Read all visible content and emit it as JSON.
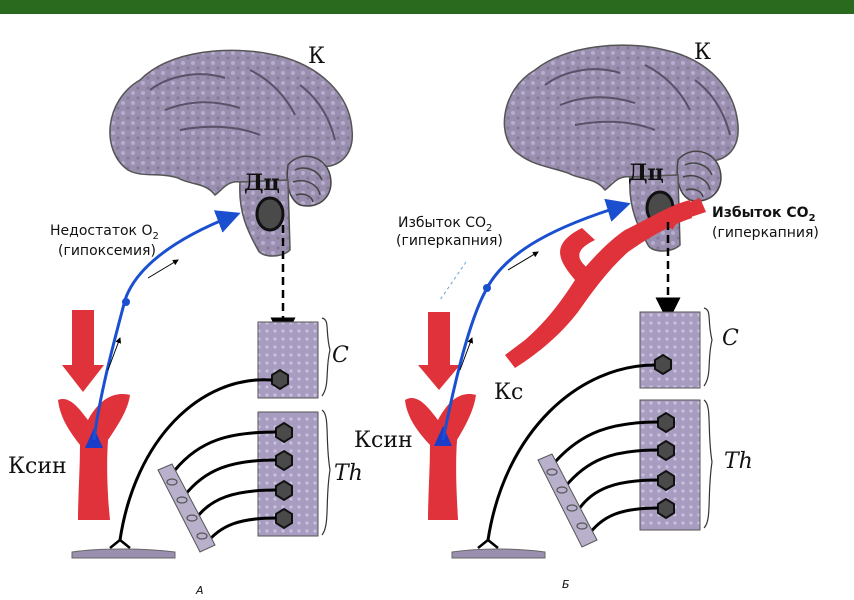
{
  "colors": {
    "banner": "#2a6a1e",
    "brain": "#8f84a0",
    "vessel": "#e0323a",
    "nerve": "#1a4fd0",
    "spine": "#a89cc0"
  },
  "panel_a": {
    "cortex": "К",
    "center": "Дц",
    "stimulus_line1": "Недостаток O",
    "stimulus_sub": "2",
    "stimulus_line2": "(гипоксемия)",
    "segment_c": "C",
    "segment_th": "Th",
    "sinus": "Ксин",
    "caption": "А"
  },
  "panel_b": {
    "cortex": "К",
    "center": "Дц",
    "stimulus_left_line1": "Избыток CO",
    "stimulus_left_sub": "2",
    "stimulus_left_line2": "(гиперкапния)",
    "stimulus_right_line1": "Избыток CO",
    "stimulus_right_sub": "2",
    "stimulus_right_line2": "(гиперкапния)",
    "vessel": "Кс",
    "segment_c": "C",
    "segment_th": "Th",
    "sinus": "Ксин",
    "caption": "Б"
  }
}
